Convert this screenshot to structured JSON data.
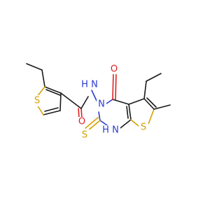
{
  "molecule": {
    "atoms": {
      "s_left": "S",
      "nh_amide_n": "N",
      "nh_amide_h": "H",
      "o_amide": "O",
      "n_ring": "N",
      "o_ring": "O",
      "s_thione": "S",
      "nh_ring_n": "N",
      "nh_ring_h": "H",
      "s_right": "S"
    },
    "colors": {
      "carbon_bond": "#1a1a1a",
      "sulfur": "#d4a000",
      "nitrogen": "#2b3bd4",
      "oxygen": "#e02020"
    }
  }
}
